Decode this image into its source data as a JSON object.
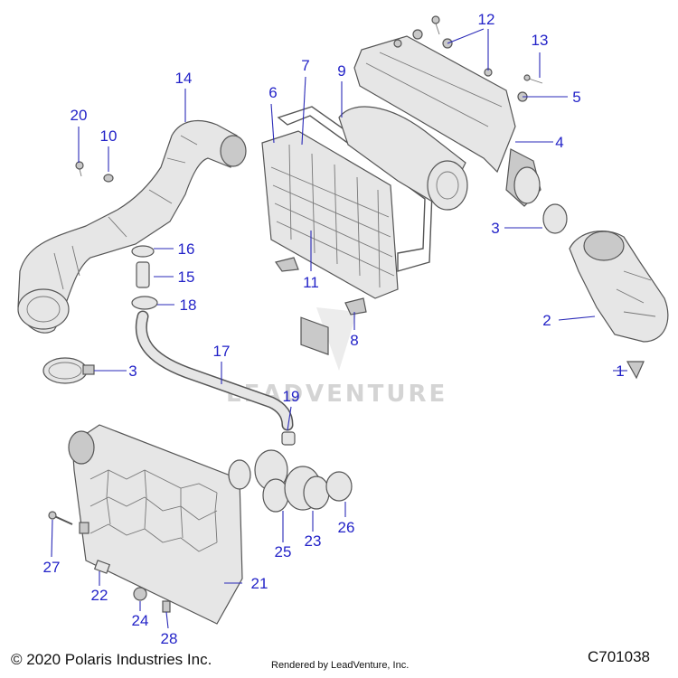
{
  "callouts": [
    {
      "id": "1",
      "label": "1"
    },
    {
      "id": "2",
      "label": "2"
    },
    {
      "id": "3a",
      "label": "3"
    },
    {
      "id": "3b",
      "label": "3"
    },
    {
      "id": "4",
      "label": "4"
    },
    {
      "id": "5",
      "label": "5"
    },
    {
      "id": "6",
      "label": "6"
    },
    {
      "id": "7",
      "label": "7"
    },
    {
      "id": "8",
      "label": "8"
    },
    {
      "id": "9",
      "label": "9"
    },
    {
      "id": "10",
      "label": "10"
    },
    {
      "id": "11",
      "label": "11"
    },
    {
      "id": "12",
      "label": "12"
    },
    {
      "id": "13",
      "label": "13"
    },
    {
      "id": "14",
      "label": "14"
    },
    {
      "id": "15",
      "label": "15"
    },
    {
      "id": "16",
      "label": "16"
    },
    {
      "id": "17",
      "label": "17"
    },
    {
      "id": "18",
      "label": "18"
    },
    {
      "id": "19",
      "label": "19"
    },
    {
      "id": "20",
      "label": "20"
    },
    {
      "id": "21",
      "label": "21"
    },
    {
      "id": "22",
      "label": "22"
    },
    {
      "id": "23",
      "label": "23"
    },
    {
      "id": "24",
      "label": "24"
    },
    {
      "id": "25",
      "label": "25"
    },
    {
      "id": "26",
      "label": "26"
    },
    {
      "id": "27",
      "label": "27"
    },
    {
      "id": "28",
      "label": "28"
    }
  ],
  "watermark": "LEADVENTURE",
  "footer": {
    "copyright": "© 2020 Polaris Industries Inc.",
    "rendered_by": "Rendered by LeadVenture, Inc.",
    "diagram_code": "C701038"
  },
  "colors": {
    "callout": "#2323c8",
    "part_fill": "#e6e6e6",
    "part_stroke": "#555555"
  }
}
